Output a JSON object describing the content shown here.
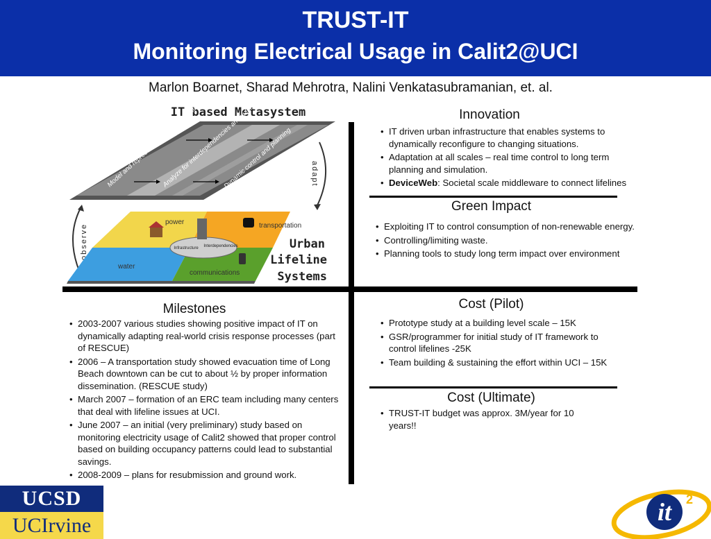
{
  "header": {
    "title_line1": "TRUST-IT",
    "title_line2": "Monitoring Electrical Usage in Calit2@UCI"
  },
  "authors": "Marlon Boarnet, Sharad Mehrotra, Nalini Venkatasubramanian, et. al.",
  "diagram": {
    "title": "IT based Metasystem",
    "layer_labels": {
      "model": "Model and represent dynamic state of lifelines",
      "analyze": "Analyze for interdependencies and vulnerabilities",
      "control": "Dynamic control and planning"
    },
    "side_labels": {
      "adapt": "adapt",
      "observe": "observe"
    },
    "sectors": {
      "power": "power",
      "transportation": "transportation",
      "water": "water",
      "communications": "communications",
      "infrastructure": "Infrastructure",
      "interdependencies": "Interdependencies"
    },
    "urban_label": [
      "Urban",
      "Lifeline",
      "Systems"
    ],
    "colors": {
      "gray": "#6e6e6e",
      "orange": "#f5a623",
      "green": "#5aa02c",
      "blue": "#3d9ee0",
      "yellow": "#f2d64b"
    }
  },
  "innovation": {
    "title": "Innovation",
    "items": [
      "IT driven urban infrastructure that enables systems to dynamically reconfigure to changing situations.",
      " Adaptation at all scales – real time control to long term planning and simulation."
    ],
    "deviceweb_term": "DeviceWeb",
    "deviceweb_text": ": Societal scale middleware to connect lifelines"
  },
  "green_impact": {
    "title": "Green Impact",
    "items": [
      "Exploiting IT to control consumption of non-renewable energy.",
      "Controlling/limiting waste.",
      "Planning tools to study long term impact over environment"
    ]
  },
  "milestones": {
    "title": "Milestones",
    "items": [
      "2003-2007 various studies showing positive impact of IT on  dynamically adapting real-world crisis response processes (part of RESCUE)",
      "2006 – A transportation study showed evacuation time of Long Beach downtown can be cut to about ½ by proper information dissemination. (RESCUE study)",
      "March 2007 – formation of an ERC team including many centers that deal with lifeline issues at UCI.",
      "June 2007 – an initial (very preliminary) study based on monitoring electricity usage of Calit2 showed that proper control based on building occupancy patterns could lead to substantial savings.",
      "2008-2009 – plans for resubmission and ground work."
    ]
  },
  "cost_pilot": {
    "title": "Cost (Pilot)",
    "items": [
      "Prototype study at a building level scale – 15K",
      "GSR/programmer  for initial study of IT framework to control lifelines -25K",
      "Team building & sustaining the effort within UCI – 15K"
    ]
  },
  "cost_ultimate": {
    "title": "Cost (Ultimate)",
    "items": [
      "TRUST-IT budget was approx. 3M/year for 10 years!!"
    ]
  },
  "logos": {
    "ucsd": "UCSD",
    "uci": "UCIrvine",
    "it2_main": "it",
    "it2_sup": "2"
  },
  "theme": {
    "header_bg": "#0b2fa8",
    "logo_blue": "#102c7c",
    "logo_yellow": "#f5d84a"
  }
}
